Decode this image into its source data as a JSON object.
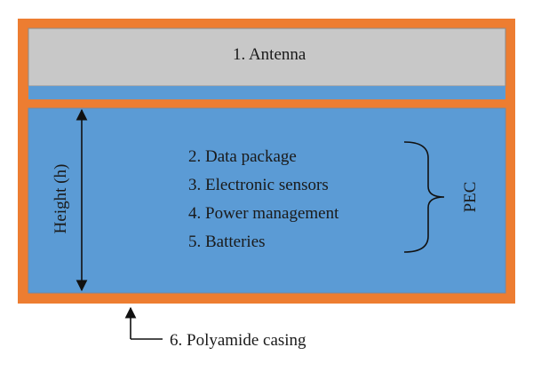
{
  "colors": {
    "casing": "#ed7d31",
    "antenna_fill": "#c8c8c8",
    "body_fill": "#5b9bd5",
    "border": "#7f7f7f",
    "ink": "#111111"
  },
  "labels": {
    "antenna": "1. Antenna",
    "data_package": "2. Data package",
    "sensors": "3. Electronic sensors",
    "power": "4. Power management",
    "batteries": "5. Batteries",
    "pec": "PEC",
    "height": "Height (h)",
    "casing": "6. Polyamide casing"
  }
}
